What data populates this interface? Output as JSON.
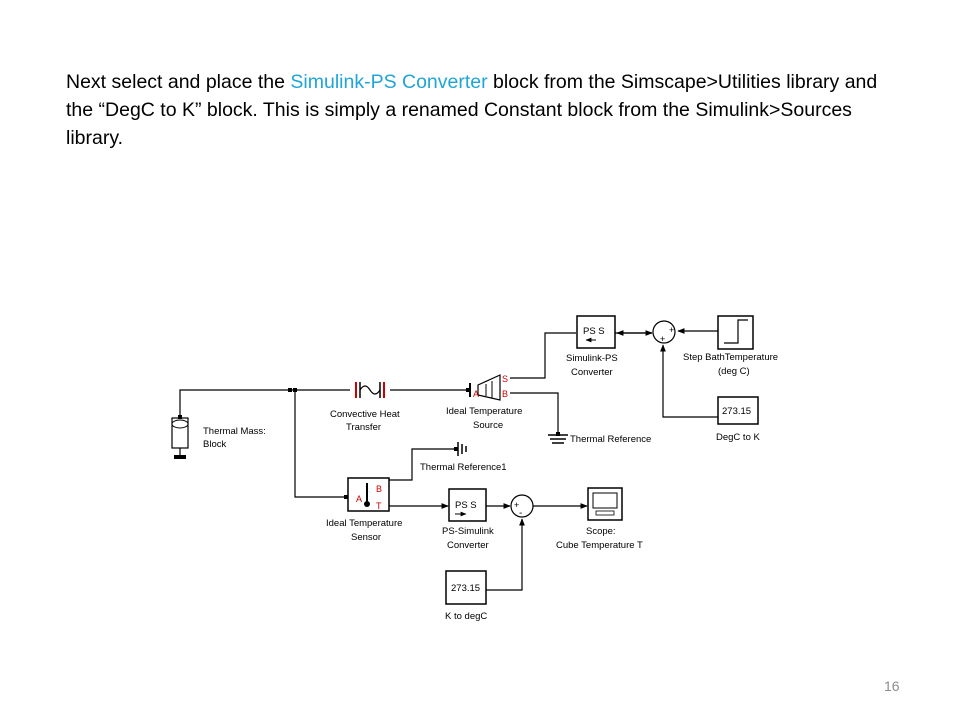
{
  "slide": {
    "text_before": "Next select and place the ",
    "highlight": "Simulink-PS Converter",
    "text_after": " block from the Simscape>Utilities library and the “DegC to K” block.  This is simply a renamed Constant block from the Simulink>Sources library.",
    "page_number": "16"
  },
  "colors": {
    "accent": "#1fa5d6",
    "port_red": "#cc0000",
    "ink": "#000000"
  },
  "diagram": {
    "blocks": {
      "thermal_mass": {
        "label_line1": "Thermal Mass:",
        "label_line2": "Block"
      },
      "convective": {
        "label_line1": "Convective Heat",
        "label_line2": "Transfer"
      },
      "ideal_temp_source": {
        "label_line1": "Ideal Temperature",
        "label_line2": "Source",
        "port_s": "S",
        "port_a": "A",
        "port_b": "B"
      },
      "simulink_ps": {
        "label_line1": "Simulink-PS",
        "label_line2": "Converter",
        "text": "PS  S"
      },
      "step_bath": {
        "label_line1": "Step BathTemperature",
        "label_line2": "(deg C)"
      },
      "degc_to_k": {
        "value": "273.15",
        "label": "DegC to K"
      },
      "thermal_ref": {
        "label": "Thermal Reference"
      },
      "thermal_ref1": {
        "label": "Thermal Reference1"
      },
      "ideal_temp_sensor": {
        "label_line1": "Ideal Temperature",
        "label_line2": "Sensor",
        "port_a": "A",
        "port_b": "B",
        "port_t": "T"
      },
      "ps_simulink": {
        "label_line1": "PS-Simulink",
        "label_line2": "Converter",
        "text": "PS  S"
      },
      "scope": {
        "label_line1": "Scope:",
        "label_line2": "Cube Temperature T"
      },
      "k_to_degc": {
        "value": "273.15",
        "label": "K to degC"
      },
      "sum_top": {
        "sign1": "+",
        "sign2": "+"
      },
      "sum_bottom": {
        "sign1": "+",
        "sign2": "-"
      }
    }
  }
}
